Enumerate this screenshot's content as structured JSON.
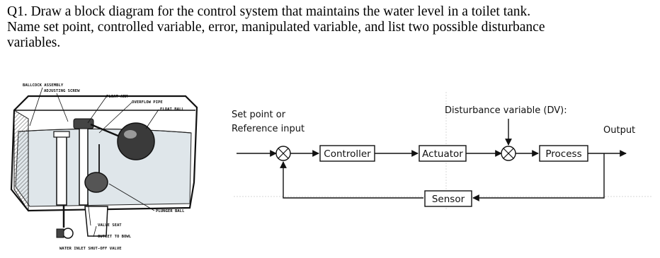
{
  "question": {
    "line1": "Q1.  Draw a block diagram for the control system that maintains the water level in a toilet tank.",
    "line2": "Name set point, controlled variable, error, manipulated variable, and list two possible disturbance",
    "line3": "variables."
  },
  "tank_figure": {
    "labels": {
      "ballcock": "BALLCOCK ASSEMBLY",
      "adjusting_screw": "ADJUSTING SCREW",
      "float_arm": "FLOAT ARM",
      "overflow_pipe": "OVERFLOW PIPE",
      "float_ball": "FLOAT BALL",
      "plunger_ball": "PLUNGER BALL",
      "valve_seat": "VALVE SEAT",
      "outlet": "OUTLET TO BOWL",
      "shutoff": "WATER INLET SHUT-OFF VALVE"
    }
  },
  "block_diagram": {
    "set_point_line1": "Set point or",
    "set_point_line2": "Reference input",
    "disturbance": "Disturbance variable (DV):",
    "output": "Output",
    "blocks": {
      "controller": "Controller",
      "actuator": "Actuator",
      "process": "Process",
      "sensor": "Sensor"
    }
  }
}
